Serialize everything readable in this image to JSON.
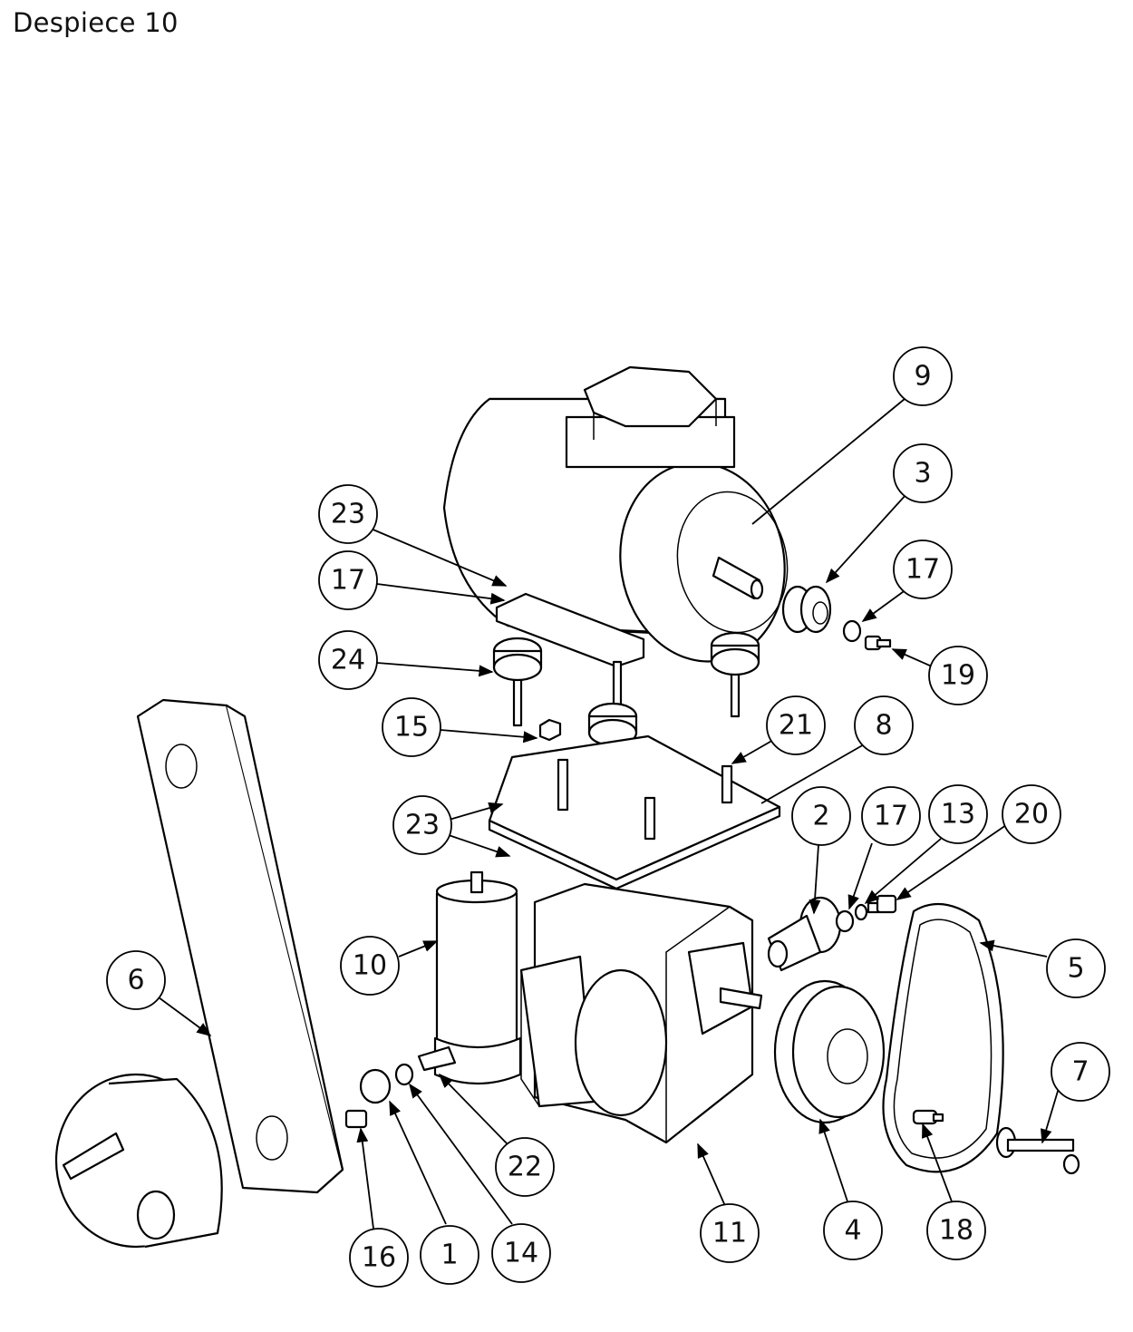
{
  "title": "Despiece 10",
  "balloons": [
    {
      "id": "b9",
      "label": "9"
    },
    {
      "id": "b3",
      "label": "3"
    },
    {
      "id": "b17a",
      "label": "17"
    },
    {
      "id": "b19",
      "label": "19"
    },
    {
      "id": "b23a",
      "label": "23"
    },
    {
      "id": "b17b",
      "label": "17"
    },
    {
      "id": "b24",
      "label": "24"
    },
    {
      "id": "b15",
      "label": "15"
    },
    {
      "id": "b21",
      "label": "21"
    },
    {
      "id": "b8",
      "label": "8"
    },
    {
      "id": "b23b",
      "label": "23"
    },
    {
      "id": "b2",
      "label": "2"
    },
    {
      "id": "b17c",
      "label": "17"
    },
    {
      "id": "b13",
      "label": "13"
    },
    {
      "id": "b20",
      "label": "20"
    },
    {
      "id": "b10",
      "label": "10"
    },
    {
      "id": "b5",
      "label": "5"
    },
    {
      "id": "b6",
      "label": "6"
    },
    {
      "id": "b7",
      "label": "7"
    },
    {
      "id": "b22",
      "label": "22"
    },
    {
      "id": "b11",
      "label": "11"
    },
    {
      "id": "b4",
      "label": "4"
    },
    {
      "id": "b18",
      "label": "18"
    },
    {
      "id": "b16",
      "label": "16"
    },
    {
      "id": "b1",
      "label": "1"
    },
    {
      "id": "b14",
      "label": "14"
    }
  ]
}
